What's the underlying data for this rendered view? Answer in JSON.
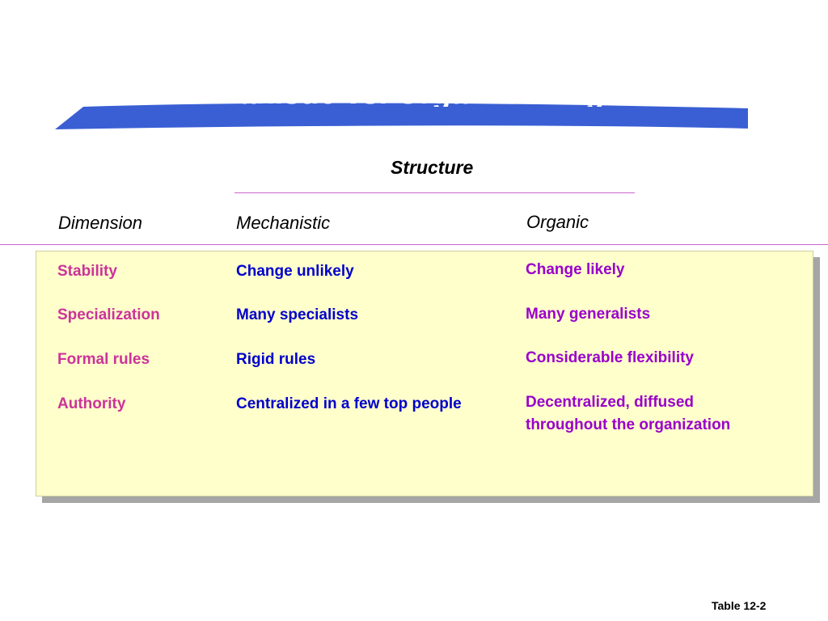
{
  "slide": {
    "title": "Mechanistic vs. Organic Designs",
    "banner_color": "#3a5fd4",
    "structure_label": "Structure",
    "footnote": "Table 12-2"
  },
  "table": {
    "columns": {
      "dimension": "Dimension",
      "mechanistic": "Mechanistic",
      "organic": "Organic"
    },
    "rows": [
      {
        "dimension": "Stability",
        "mechanistic": "Change unlikely",
        "organic": [
          "Change likely"
        ]
      },
      {
        "dimension": "Specialization",
        "mechanistic": "Many specialists",
        "organic": [
          "Many generalists"
        ]
      },
      {
        "dimension": "Formal rules",
        "mechanistic": "Rigid rules",
        "organic": [
          "Considerable flexibility"
        ]
      },
      {
        "dimension": "Authority",
        "mechanistic": "Centralized in a few top people",
        "organic": [
          "Decentralized, diffused",
          "throughout the organization"
        ]
      }
    ]
  },
  "colors": {
    "dimension_text": "#cc3399",
    "mechanistic_text": "#0000cc",
    "organic_text": "#9900cc",
    "rule_line": "#cc66cc",
    "panel_fill": "#ffffcc"
  }
}
